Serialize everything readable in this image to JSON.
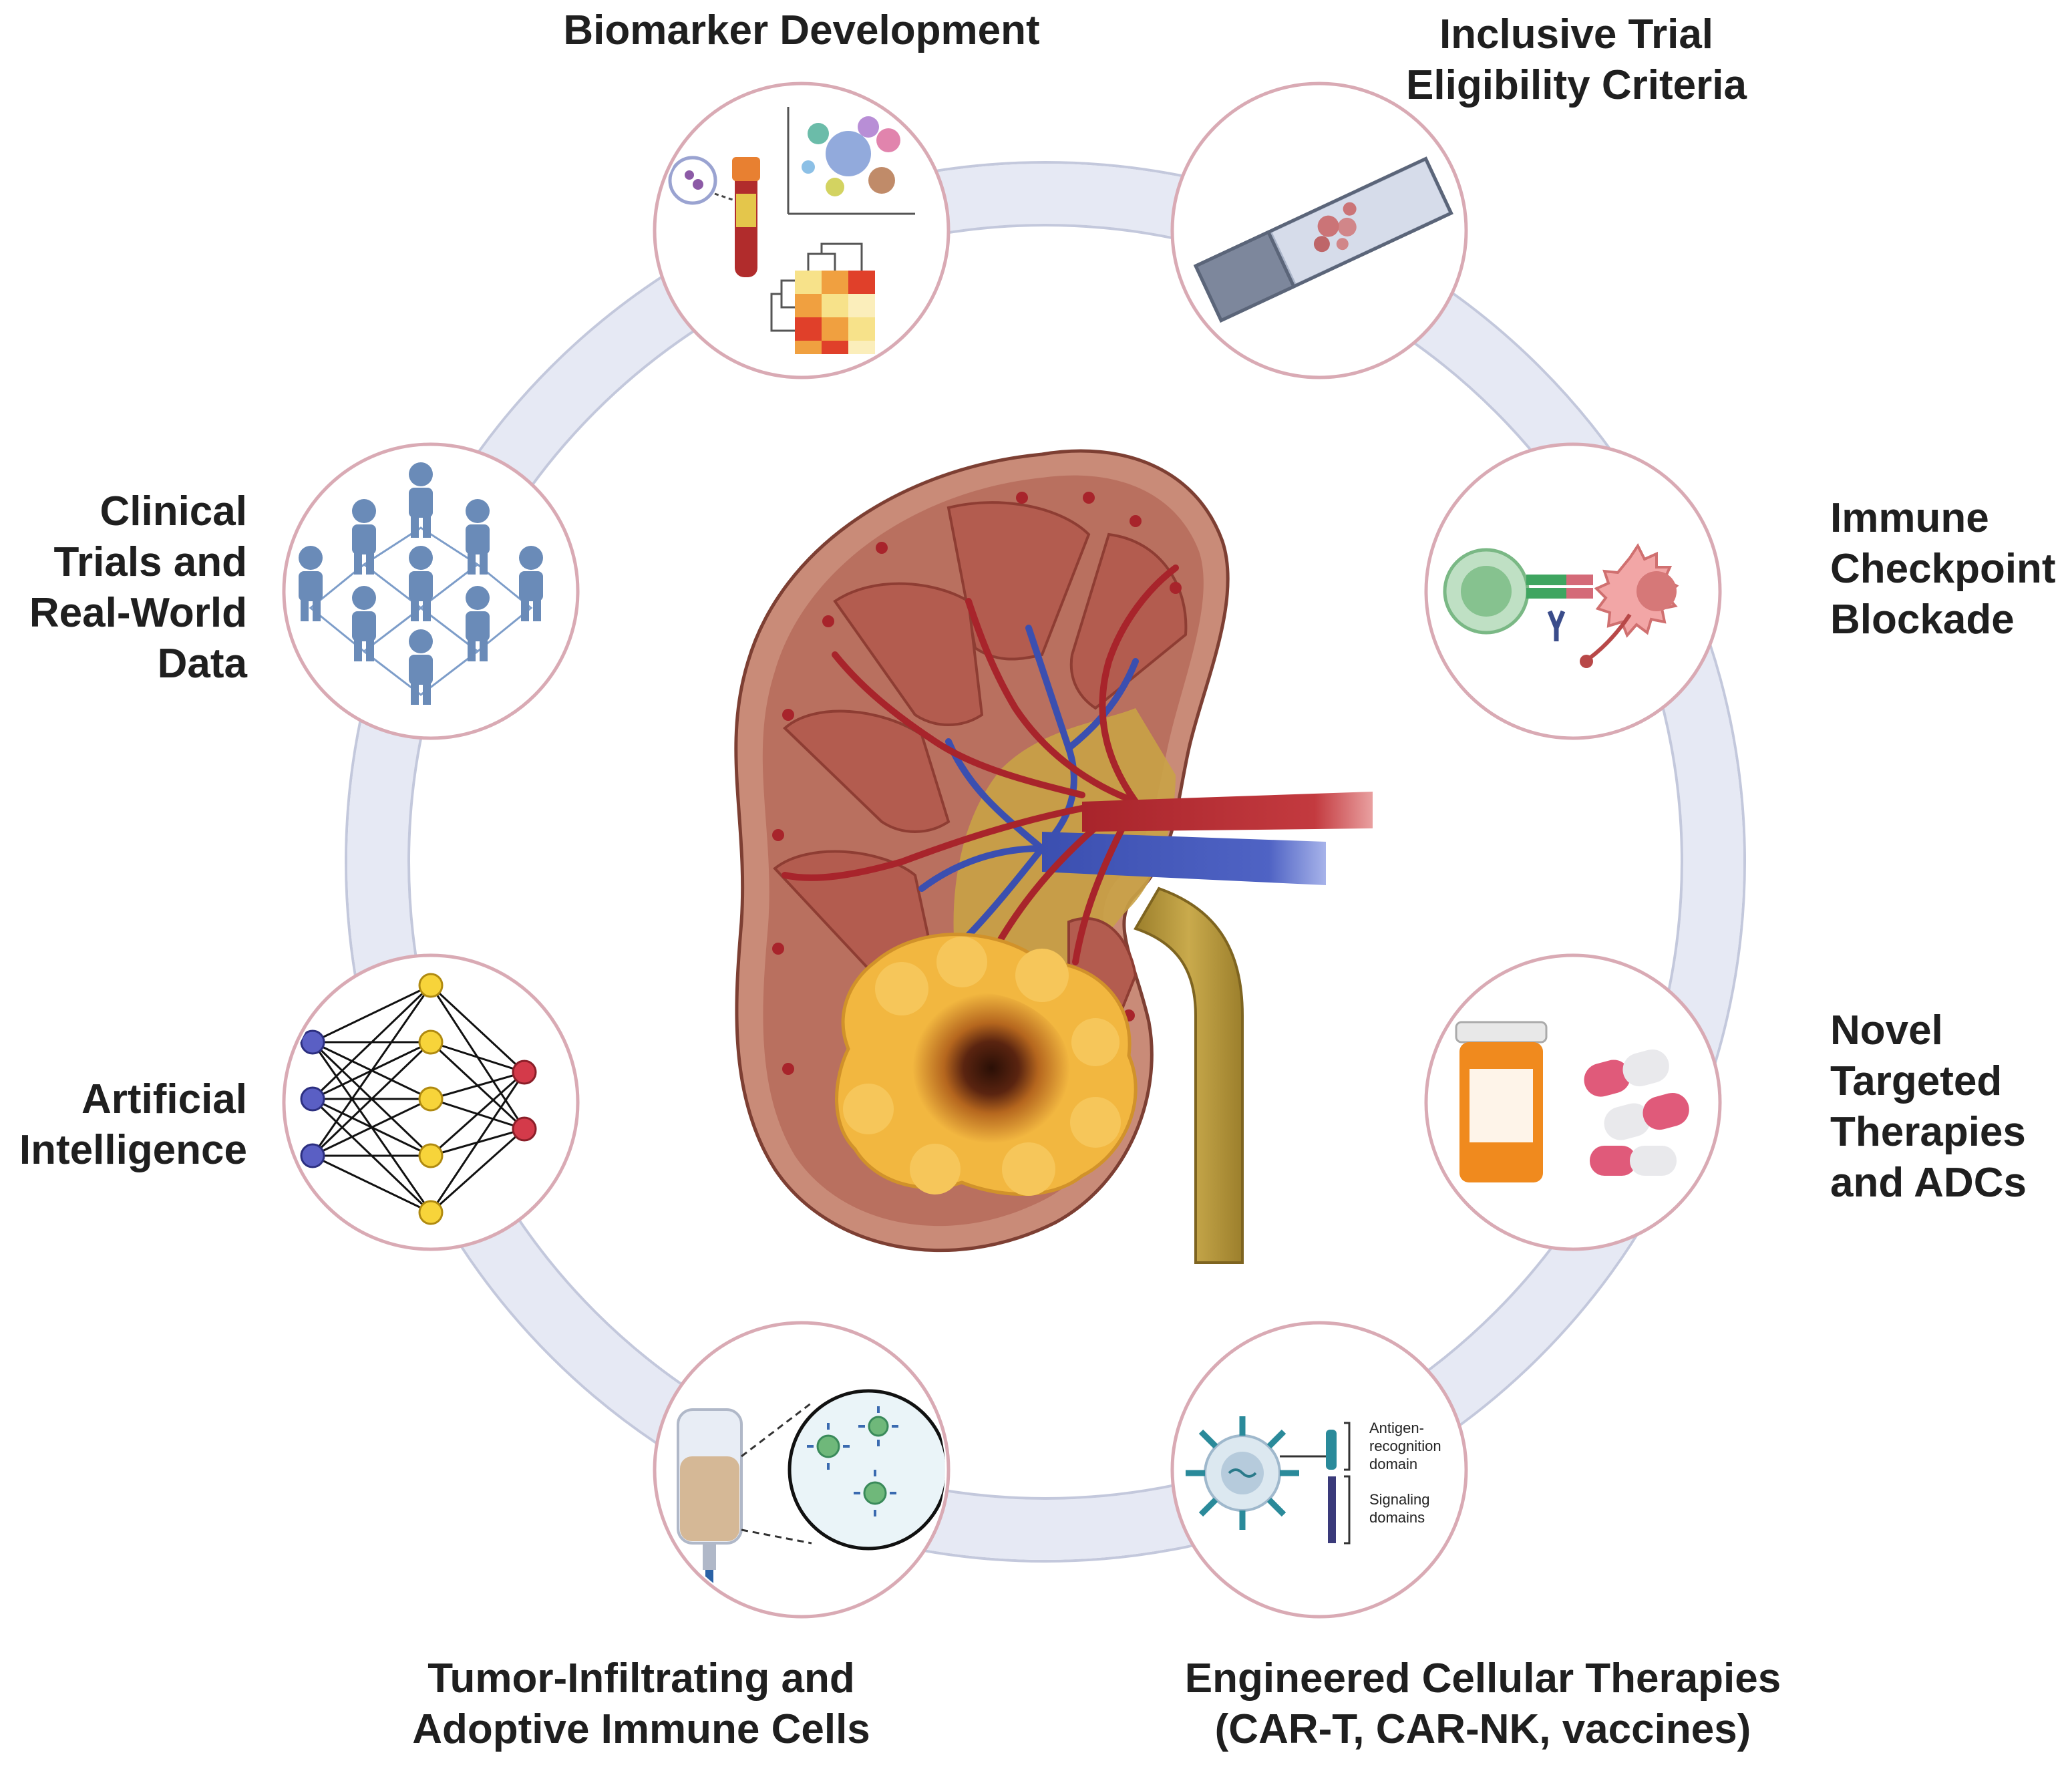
{
  "labels": {
    "biomarker": "Biomarker Development",
    "inclusive": "Inclusive Trial\nEligibility Criteria",
    "immune_checkpoint": "Immune\nCheckpoint\nBlockade",
    "targeted": "Novel\nTargeted\nTherapies\nand ADCs",
    "engineered": "Engineered Cellular Therapies\n(CAR-T, CAR-NK, vaccines)",
    "til": "Tumor-Infiltrating and\nAdoptive Immune Cells",
    "ai": "Artificial\nIntelligence",
    "clinical": "Clinical\nTrials and\nReal-World\nData"
  },
  "car_diagram": {
    "antigen_label_1": "Antigen-",
    "antigen_label_2": "recognition",
    "antigen_label_3": "domain",
    "signaling_label_1": "Signaling",
    "signaling_label_2": "domains"
  },
  "colors": {
    "ring": "#e6e9f4",
    "ring_edge": "#c3c8dc",
    "node_border": "#d9aab4",
    "kidney_cortex": "#b9705f",
    "artery": "#a8242b",
    "vein": "#3b4fb0",
    "tumor": "#f0b33c",
    "ureter": "#b89a3c"
  }
}
